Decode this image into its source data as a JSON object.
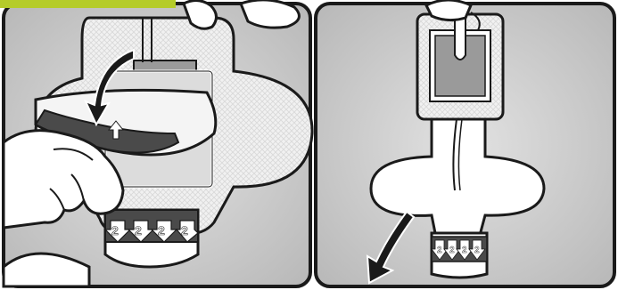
{
  "colors": {
    "accent": "#b5cc2a",
    "panel_background": "#c9c9c9",
    "outline": "#1a1a1a",
    "skin": "#ffffff",
    "dark_tab": "#4a4a4a",
    "window_fill": "#d8d8d8",
    "pad_fill": "#9a9a9a"
  },
  "steps": {
    "left_panel": {
      "tab_label": "2",
      "tab_count": 4
    },
    "right_panel": {
      "tab_label": "2",
      "tab_count": 4
    }
  },
  "icons": [
    "curved-arrow-icon",
    "peel-arrow-icon",
    "gloved-hand-icon",
    "dressing-icon"
  ]
}
